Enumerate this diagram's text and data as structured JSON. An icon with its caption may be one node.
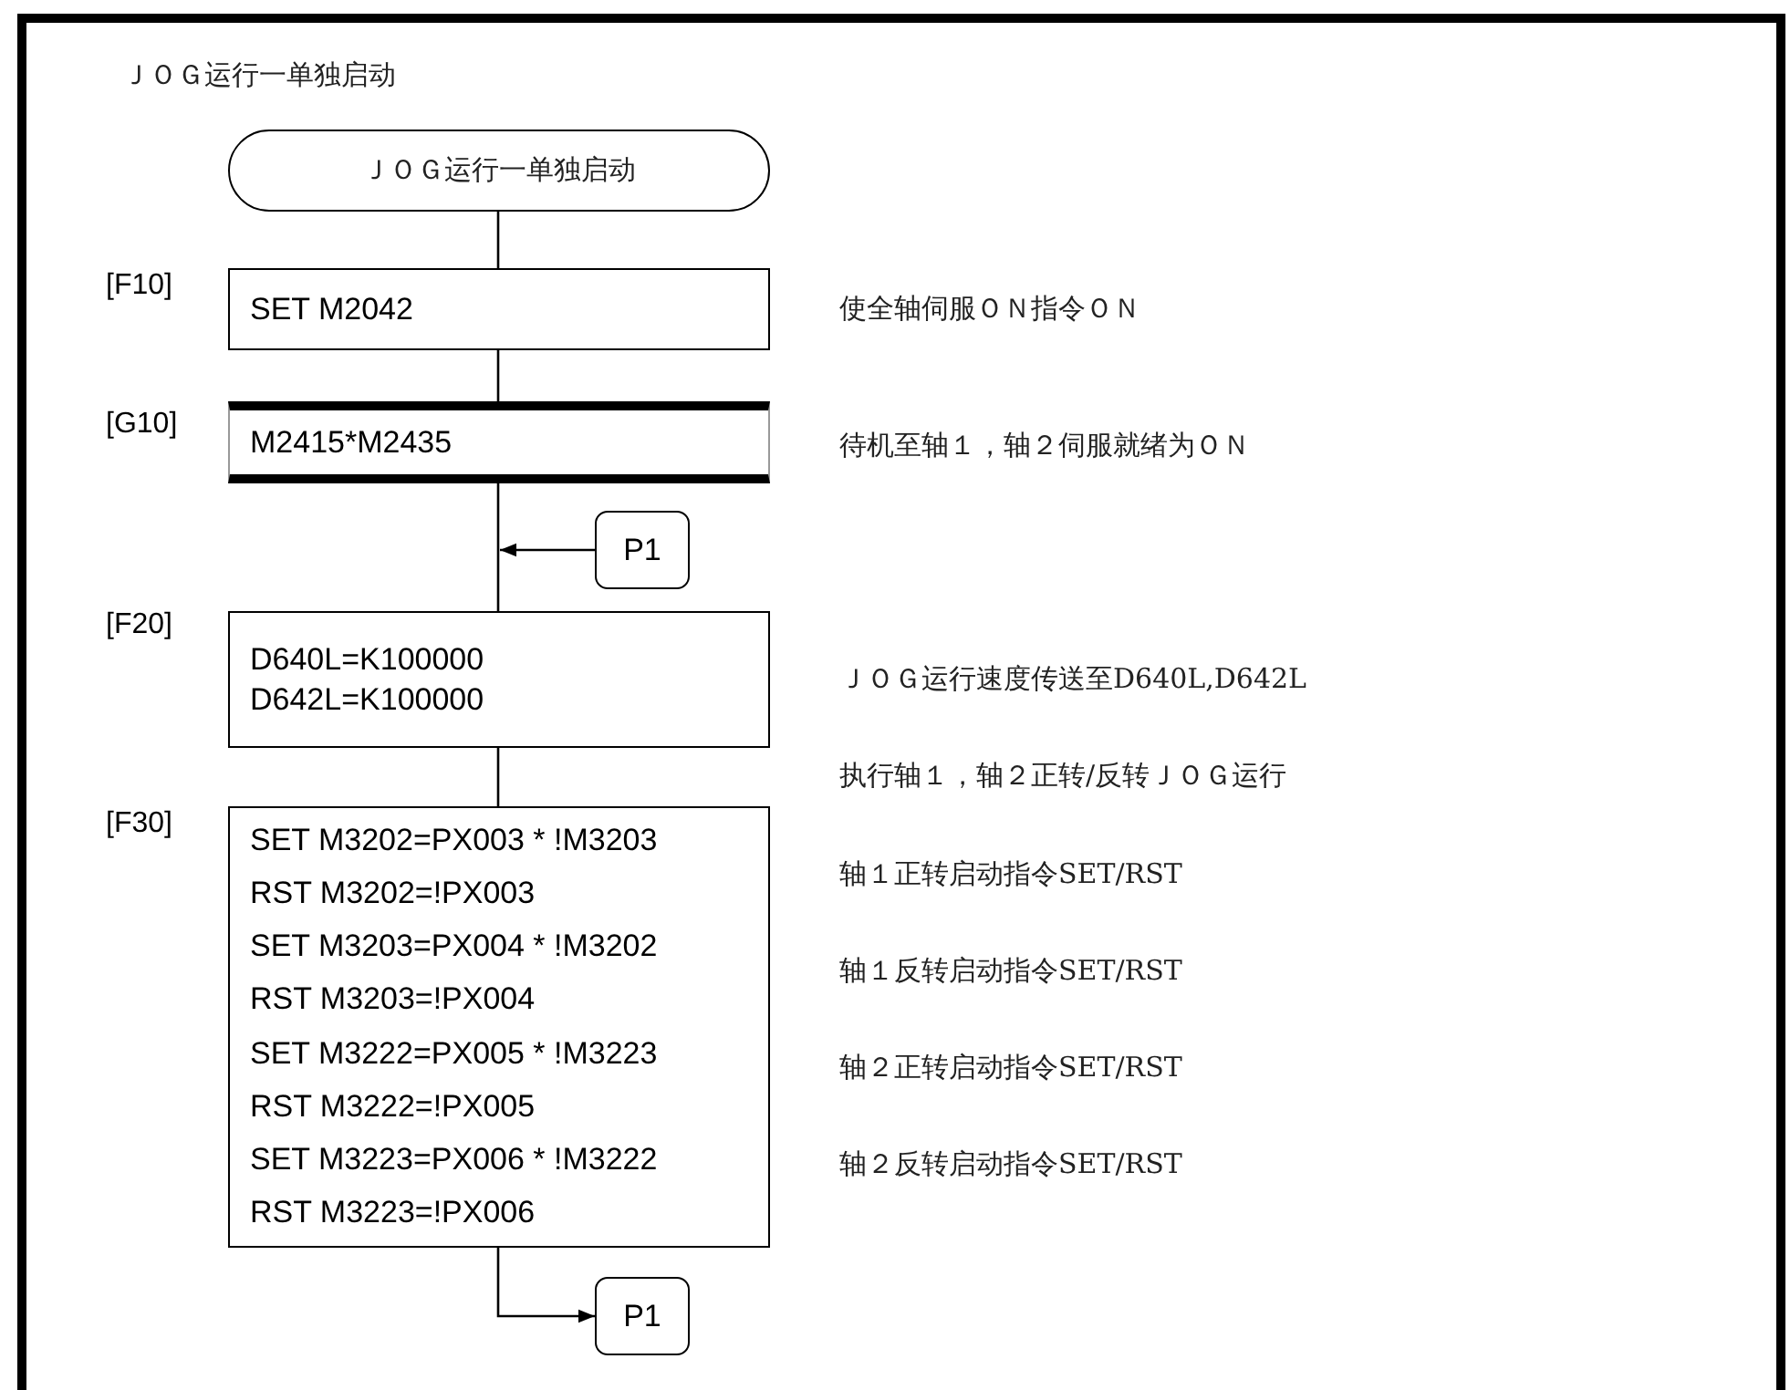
{
  "diagram": {
    "title": "ＪＯＧ运行一单独启动",
    "nodes": [
      {
        "text": [
          "ＪＯＧ运行一单独启动"
        ]
      },
      {
        "text": [
          "SET M2042"
        ],
        "beside": [
          "[F10]",
          "使全轴伺服ＯＮ指令ＯＮ"
        ]
      },
      {
        "text": [
          "M2415*M2435"
        ],
        "beside": [
          "[G10]",
          "待机至轴１，轴２伺服就绪为ＯＮ"
        ]
      },
      {
        "text": [
          "P1"
        ]
      },
      {
        "text": [
          "D640L=K100000",
          "D642L=K100000"
        ],
        "beside": [
          "[F20]",
          "ＪＯＧ运行速度传送至D640L,D642L"
        ]
      },
      {
        "text": [
          "SET M3202=PX003 * !M3203",
          "RST M3202=!PX003",
          "SET M3203=PX004 * !M3202",
          "RST M3203=!PX004",
          "SET M3222=PX005 * !M3223",
          "RST M3222=!PX005",
          "SET M3223=PX006 * !M3222",
          "RST M3223=!PX006"
        ],
        "beside": [
          "[F30]",
          "执行轴１，轴２正转/反转ＪＯＧ运行",
          "轴１正转启动指令SET/RST",
          "轴１反转启动指令SET/RST",
          "轴２正转启动指令SET/RST",
          "轴２反转启动指令SET/RST"
        ]
      },
      {
        "text": [
          "P1"
        ]
      }
    ],
    "edges": [
      {
        "from": 0,
        "to": 1,
        "arrow": "none"
      },
      {
        "from": 1,
        "to": 2,
        "arrow": "none"
      },
      {
        "from": 2,
        "to": 4,
        "arrow": "none"
      },
      {
        "from": 3,
        "to": null,
        "arrow": "to"
      },
      {
        "from": 4,
        "to": 5,
        "arrow": "none"
      },
      {
        "from": 5,
        "to": 6,
        "arrow": "to"
      }
    ]
  }
}
